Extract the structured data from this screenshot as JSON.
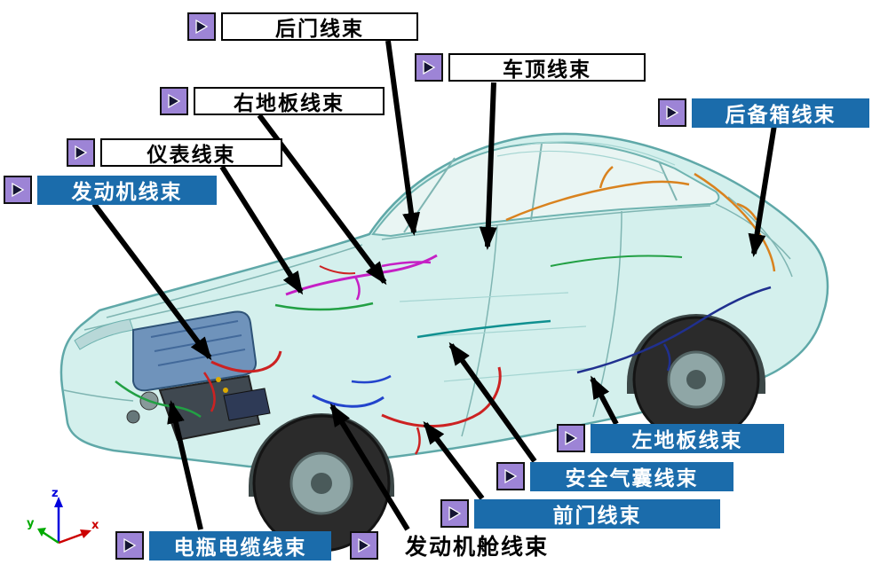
{
  "labels": [
    {
      "id": "rear-door-harness",
      "text": "后门线束",
      "style": "white"
    },
    {
      "id": "roof-harness",
      "text": "车顶线束",
      "style": "white"
    },
    {
      "id": "right-floor-harness",
      "text": "右地板线束",
      "style": "white"
    },
    {
      "id": "instrument-harness",
      "text": "仪表线束",
      "style": "white"
    },
    {
      "id": "engine-harness",
      "text": "发动机线束",
      "style": "blue"
    },
    {
      "id": "trunk-harness",
      "text": "后备箱线束",
      "style": "blue"
    },
    {
      "id": "left-floor-harness",
      "text": "左地板线束",
      "style": "blue"
    },
    {
      "id": "airbag-harness",
      "text": "安全气囊线束",
      "style": "blue"
    },
    {
      "id": "front-door-harness",
      "text": "前门线束",
      "style": "blue"
    },
    {
      "id": "battery-cable-harness",
      "text": "电瓶电缆线束",
      "style": "blue"
    },
    {
      "id": "engine-bay-harness",
      "text": "发动机舱线束",
      "style": "plain"
    }
  ],
  "axis_indicator": {
    "x": "x",
    "y": "y",
    "z": "z"
  },
  "colors": {
    "label-blue": "#1b6cab",
    "marker-purple": "#9d84d6",
    "car-body": "#d2efec",
    "car-window": "#e9f5f3",
    "car-outline": "#5fa8a8",
    "harness-red": "#cc2222",
    "harness-green": "#22a044",
    "harness-magenta": "#c520c5",
    "harness-orange": "#d9821e",
    "harness-blue": "#2244cc",
    "harness-navy": "#20308f",
    "arrow-black": "#000000"
  }
}
